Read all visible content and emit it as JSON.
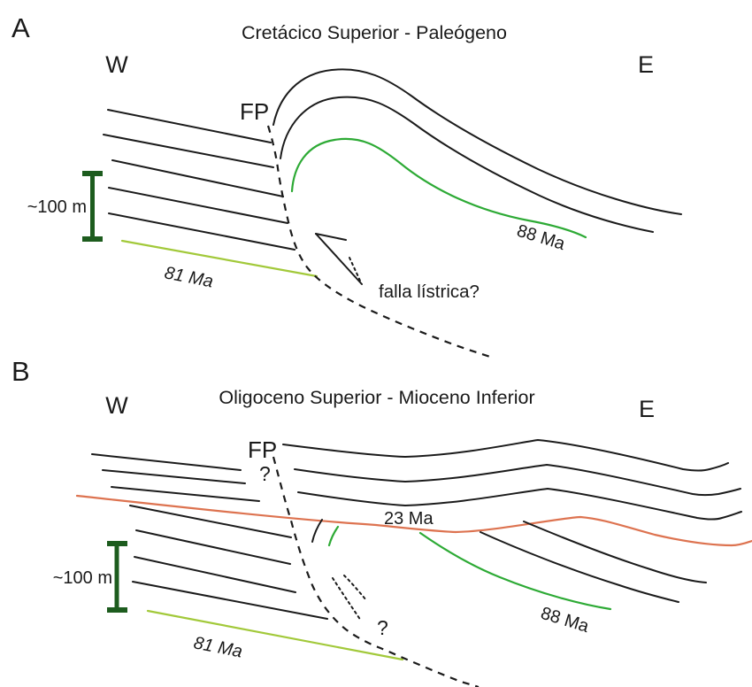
{
  "figure": {
    "background": "#ffffff",
    "colors": {
      "strata_black": "#1b1b1b",
      "green_horizon": "#2daa35",
      "yellow_green_horizon": "#a2c93a",
      "orange_horizon": "#dd7350",
      "scale_bar_green": "#1d5c1e",
      "text": "#1a1a1a"
    },
    "panel_a": {
      "panel_letter": "A",
      "title": "Cretácico Superior - Paleógeno",
      "west_label": "W",
      "east_label": "E",
      "fault_pivot_label": "FP",
      "scale_label": "~100 m",
      "horizon_81_label": "81 Ma",
      "horizon_88_label": "88 Ma",
      "fault_annotation": "falla lístrica?"
    },
    "panel_b": {
      "panel_letter": "B",
      "title": "Oligoceno Superior - Mioceno Inferior",
      "west_label": "W",
      "east_label": "E",
      "fault_pivot_label": "FP",
      "question_upper": "?",
      "question_lower": "?",
      "scale_label": "~100 m",
      "horizon_23_label": "23 Ma",
      "horizon_81_label": "81 Ma",
      "horizon_88_label": "88 Ma"
    }
  }
}
